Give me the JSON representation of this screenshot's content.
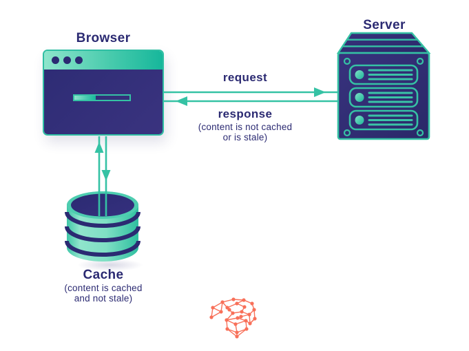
{
  "colors": {
    "navy": "#2b2a72",
    "navy_light": "#3a337f",
    "teal": "#35c2a4",
    "teal_light": "#8ee5cc",
    "teal_dark": "#16b79b",
    "orange": "#f87059",
    "background": "#ffffff"
  },
  "nodes": {
    "browser": {
      "label": "Browser"
    },
    "server": {
      "label": "Server"
    },
    "cache": {
      "label": "Cache",
      "note_line1": "(content is cached",
      "note_line2": "and not stale)"
    }
  },
  "edges": {
    "request": {
      "label": "request"
    },
    "response": {
      "label": "response",
      "note_line1": "(content is not cached",
      "note_line2": "or is stale)"
    }
  },
  "icons": {
    "browser": "browser-window-icon",
    "server": "server-stack-icon",
    "cache": "database-cylinder-icon",
    "logo": "network-cube-icon"
  }
}
